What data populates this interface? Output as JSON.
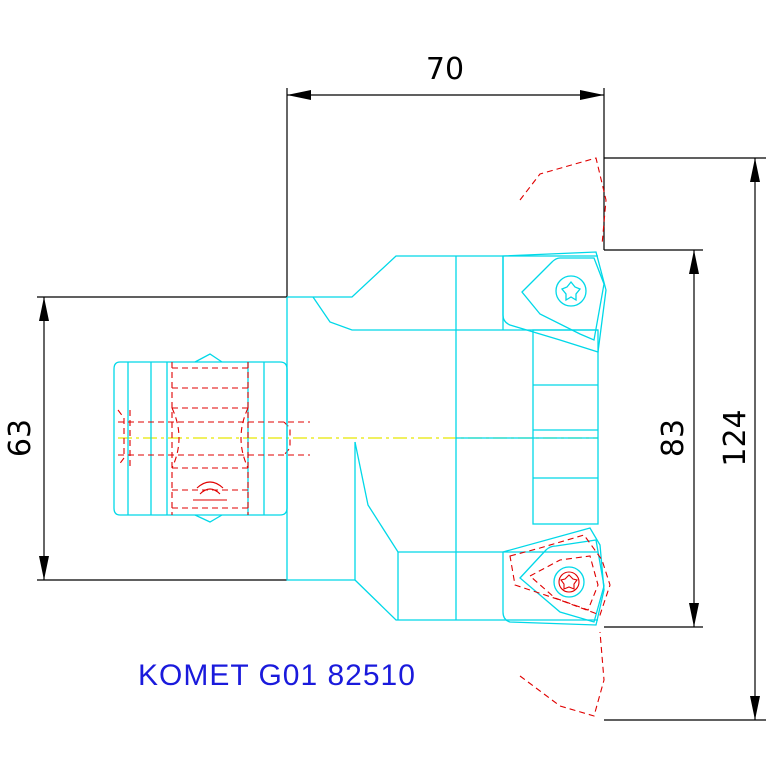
{
  "dimensions": {
    "width_top": "70",
    "height_left": "63",
    "height_inner": "83",
    "height_outer": "124"
  },
  "label": "KOMET G01 82510",
  "colors": {
    "body": "#00d8e8",
    "hidden": "#e00000",
    "centerline": "#e6e600",
    "dimension": "#000000",
    "label": "#1a1adc"
  }
}
